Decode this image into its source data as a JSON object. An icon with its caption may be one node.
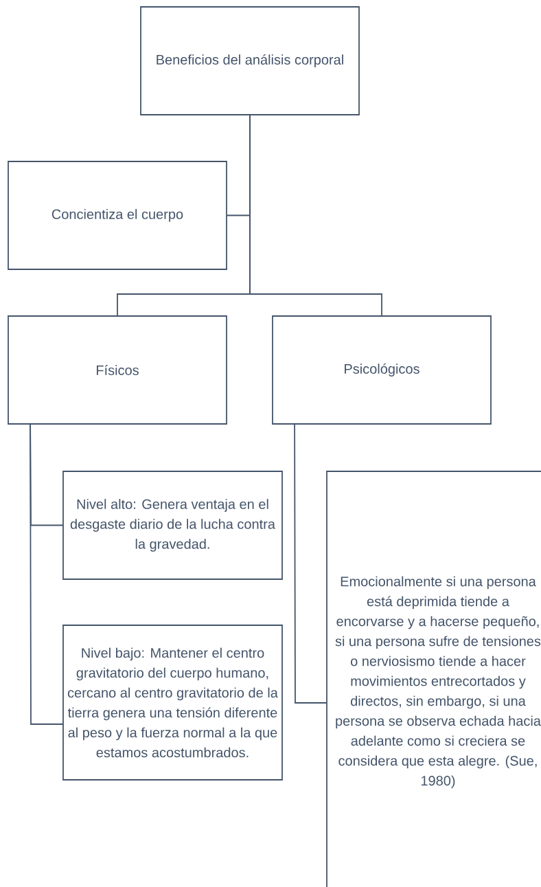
{
  "diagram": {
    "nodes": [
      {
        "text": [
          "Beneficios del análisis corporal"
        ]
      },
      {
        "text": [
          "Concientiza el cuerpo"
        ]
      },
      {
        "text": [
          "Físicos"
        ]
      },
      {
        "text": [
          "Psicológicos"
        ]
      },
      {
        "text": [
          "Nivel alto: Genera ventaja en el desgaste diario de la lucha contra la gravedad."
        ]
      },
      {
        "text": [
          "Nivel bajo: Mantener el centro gravitatorio del cuerpo humano, cercano al centro gravitatorio de la tierra genera una tensión diferente al peso y la fuerza normal a la que estamos acostumbrados."
        ]
      },
      {
        "text": [
          "Emocionalmente si una persona está deprimida tiende a encorvarse y a hacerse pequeño, si una persona sufre de tensiones o nerviosismo tiende a hacer movimientos entrecortados y directos, sin embargo, si una persona se observa echada hacia adelante como si creciera se considera que esta alegre. (Sue, 1980)"
        ]
      }
    ],
    "edges": [
      {
        "from": 0,
        "to": 1,
        "arrow": "none"
      },
      {
        "from": 0,
        "to": 2,
        "arrow": "none"
      },
      {
        "from": 0,
        "to": 3,
        "arrow": "none"
      },
      {
        "from": 2,
        "to": 4,
        "arrow": "none"
      },
      {
        "from": 2,
        "to": 5,
        "arrow": "none"
      },
      {
        "from": 3,
        "to": 6,
        "arrow": "none"
      }
    ]
  }
}
